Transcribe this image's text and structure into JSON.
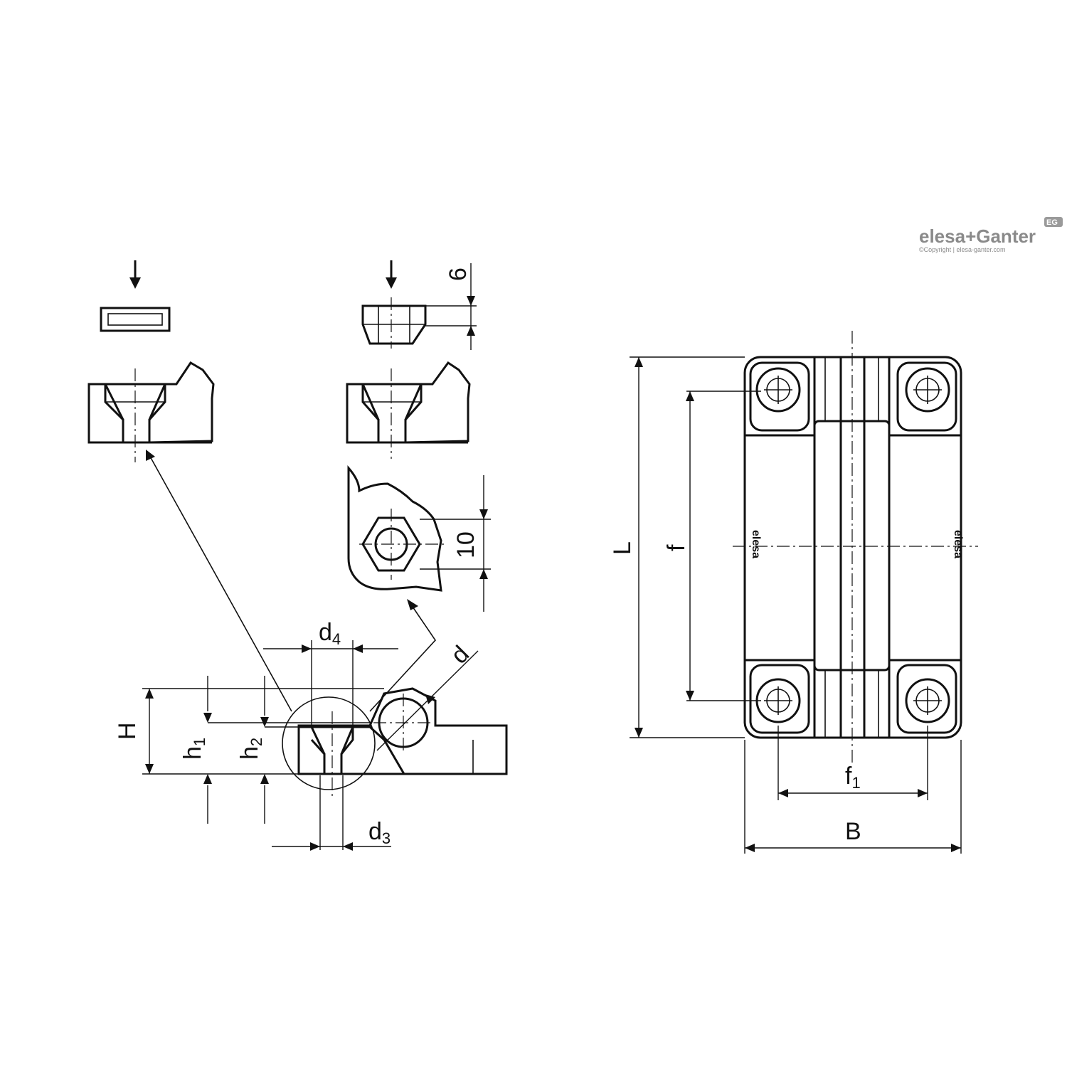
{
  "brand": {
    "logo_text": "elesa+Ganter",
    "copyright": "©Copyright | elesa-ganter.com",
    "badge": "EG"
  },
  "embossed_mark": "elesa",
  "dimensions": {
    "L": "L",
    "f": "f",
    "f1": "f",
    "f1_sub": "1",
    "B": "B",
    "H": "H",
    "h1": "h",
    "h1_sub": "1",
    "h2": "h",
    "h2_sub": "2",
    "d": "d",
    "d3": "d",
    "d3_sub": "3",
    "d4": "d",
    "d4_sub": "4",
    "six": "6",
    "ten": "10"
  }
}
